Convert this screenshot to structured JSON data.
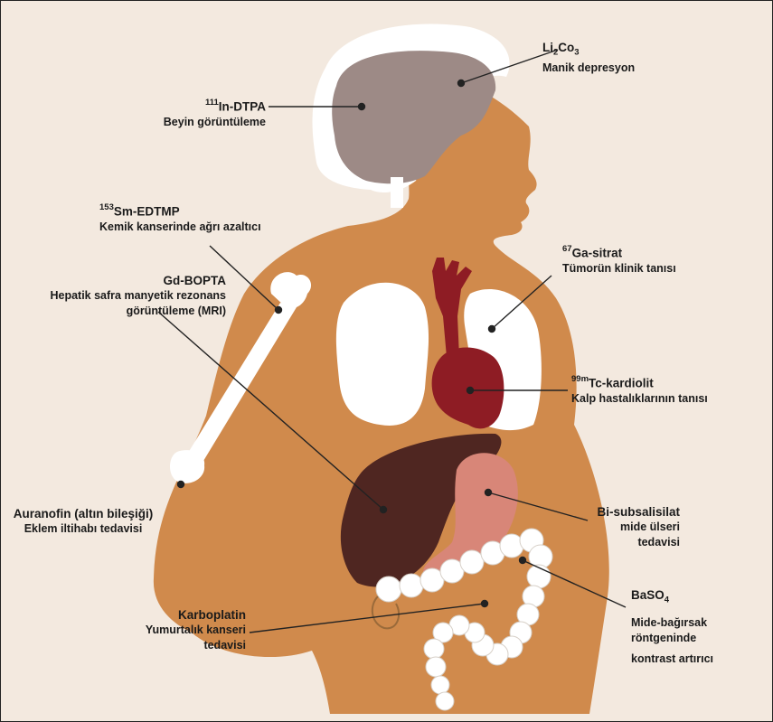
{
  "labels": {
    "li2co3": {
      "base": "Li",
      "sub1": "2",
      "mid": "Co",
      "sub2": "3",
      "desc": "Manik depresyon"
    },
    "in_dtpa": {
      "sup": "111",
      "name": "In-DTPA",
      "desc": "Beyin görüntüleme"
    },
    "sm_edtmp": {
      "sup": "153",
      "name": "Sm-EDTMP",
      "desc": "Kemik kanserinde ağrı azaltıcı"
    },
    "ga_sitrat": {
      "sup": "67",
      "name": "Ga-sitrat",
      "desc": "Tümorün klinik tanısı"
    },
    "gd_bopta": {
      "name": "Gd-BOPTA",
      "desc1": "Hepatik safra manyetik rezonans",
      "desc2": "görüntüleme (MRI)"
    },
    "tc_kardiolit": {
      "sup": "99m",
      "name": "Tc-kardiolit",
      "desc": "Kalp hastalıklarının tanısı"
    },
    "auranofin": {
      "name": "Auranofin (altın bileşiği)",
      "desc": "Eklem iltihabı tedavisi"
    },
    "bi_subsalisilat": {
      "name": "Bi-subsalisilat",
      "desc": "mide ülseri tedavisi"
    },
    "baso4": {
      "base": "BaSO",
      "sub": "4",
      "desc1": "Mide-bağırsak röntgeninde",
      "desc2": "kontrast artırıcı"
    },
    "karboplatin": {
      "name": "Karboplatin",
      "desc1": "Yumurtalık kanseri",
      "desc2": "tedavisi"
    }
  },
  "colors": {
    "background": "#f3e9df",
    "skin": "#d08a4c",
    "bone_lung": "#ffffff",
    "brain": "#9d8a86",
    "heart_vessels": "#8e1c24",
    "liver": "#4f2621",
    "stomach": "#d88678"
  }
}
